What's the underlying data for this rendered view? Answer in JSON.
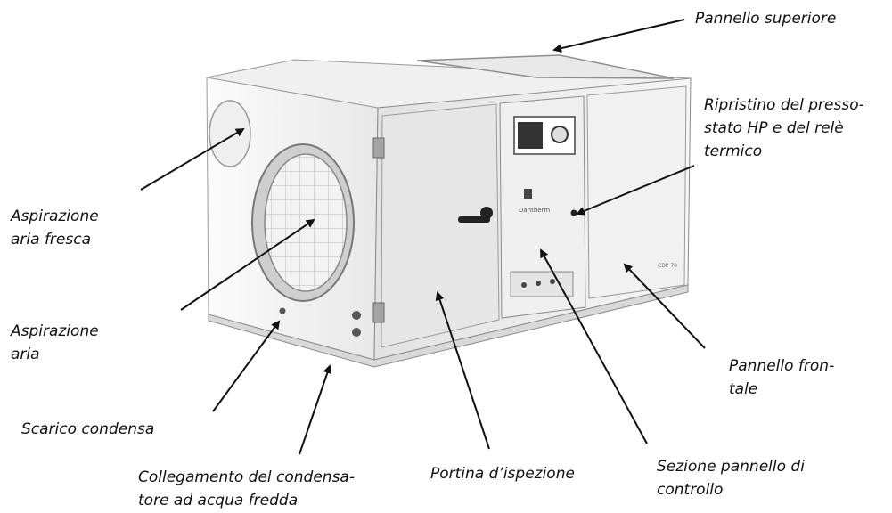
{
  "labels": {
    "pannello_superiore": [
      "Pannello superiore"
    ],
    "ripristino": [
      "Ripristino del presso-",
      "stato HP e del relè",
      "termico"
    ],
    "aspirazione_aria_fresca": [
      "Aspirazione",
      "aria fresca"
    ],
    "aspirazione_aria": [
      "Aspirazione",
      "aria"
    ],
    "pannello_frontale": [
      "Pannello fron-",
      "tale"
    ],
    "scarico_condensa": [
      "Scarico condensa"
    ],
    "collegamento": [
      "Collegamento del condensa-",
      "tore ad acqua fredda"
    ],
    "portina": [
      "Portina d’ispezione"
    ],
    "sezione_pannello": [
      "Sezione pannello di",
      "controllo"
    ]
  },
  "device": {
    "brand_text": "Dantherm",
    "model_text": "CDP 70"
  },
  "colors": {
    "panel_light": "#f2f2f2",
    "panel_mid": "#e3e3e3",
    "edge": "#888888",
    "arrow": "#111111"
  }
}
